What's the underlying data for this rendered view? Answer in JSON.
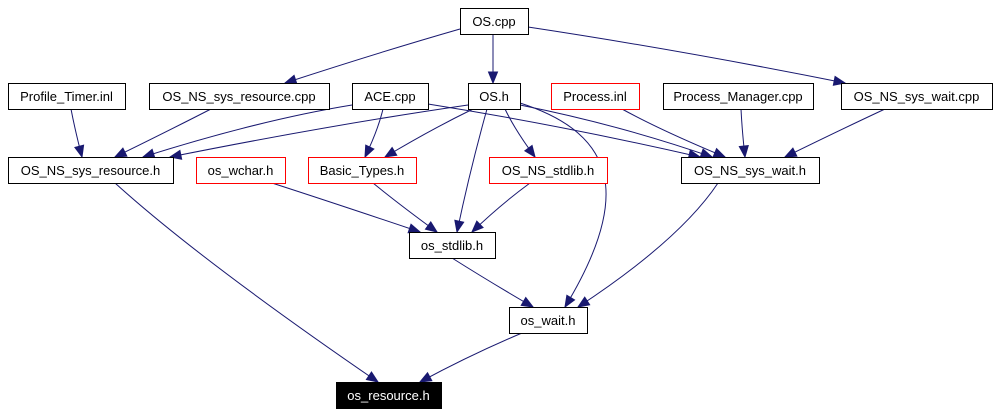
{
  "diagram": {
    "type": "include-dependency-graph",
    "edge_color": "#191970",
    "node_border_default": "#000000",
    "node_border_undocumented": "#ff0000",
    "root_fill": "#000000",
    "nodes": [
      {
        "id": "os_cpp",
        "label": "OS.cpp",
        "style": "normal"
      },
      {
        "id": "profile_timer_inl",
        "label": "Profile_Timer.inl",
        "style": "normal"
      },
      {
        "id": "os_ns_sys_resource_cpp",
        "label": "OS_NS_sys_resource.cpp",
        "style": "normal"
      },
      {
        "id": "ace_cpp",
        "label": "ACE.cpp",
        "style": "normal"
      },
      {
        "id": "os_h",
        "label": "OS.h",
        "style": "normal"
      },
      {
        "id": "process_inl",
        "label": "Process.inl",
        "style": "red"
      },
      {
        "id": "process_manager_cpp",
        "label": "Process_Manager.cpp",
        "style": "normal"
      },
      {
        "id": "os_ns_sys_wait_cpp",
        "label": "OS_NS_sys_wait.cpp",
        "style": "normal"
      },
      {
        "id": "os_ns_sys_resource_h",
        "label": "OS_NS_sys_resource.h",
        "style": "normal"
      },
      {
        "id": "os_wchar_h",
        "label": "os_wchar.h",
        "style": "red"
      },
      {
        "id": "basic_types_h",
        "label": "Basic_Types.h",
        "style": "red"
      },
      {
        "id": "os_ns_stdlib_h",
        "label": "OS_NS_stdlib.h",
        "style": "red"
      },
      {
        "id": "os_ns_sys_wait_h",
        "label": "OS_NS_sys_wait.h",
        "style": "normal"
      },
      {
        "id": "os_stdlib_h",
        "label": "os_stdlib.h",
        "style": "normal"
      },
      {
        "id": "os_wait_h",
        "label": "os_wait.h",
        "style": "normal"
      },
      {
        "id": "os_resource_h",
        "label": "os_resource.h",
        "style": "root"
      }
    ],
    "edges": [
      {
        "from": "os_cpp",
        "to": "os_ns_sys_resource_cpp"
      },
      {
        "from": "os_cpp",
        "to": "os_h"
      },
      {
        "from": "os_cpp",
        "to": "os_ns_sys_wait_cpp"
      },
      {
        "from": "profile_timer_inl",
        "to": "os_ns_sys_resource_h"
      },
      {
        "from": "os_ns_sys_resource_cpp",
        "to": "os_ns_sys_resource_h"
      },
      {
        "from": "ace_cpp",
        "to": "os_ns_sys_resource_h"
      },
      {
        "from": "ace_cpp",
        "to": "basic_types_h"
      },
      {
        "from": "ace_cpp",
        "to": "os_ns_sys_wait_h"
      },
      {
        "from": "os_h",
        "to": "os_ns_sys_resource_h"
      },
      {
        "from": "os_h",
        "to": "basic_types_h"
      },
      {
        "from": "os_h",
        "to": "os_stdlib_h"
      },
      {
        "from": "os_h",
        "to": "os_ns_stdlib_h"
      },
      {
        "from": "os_h",
        "to": "os_ns_sys_wait_h"
      },
      {
        "from": "os_h",
        "to": "os_wait_h"
      },
      {
        "from": "process_inl",
        "to": "os_ns_sys_wait_h"
      },
      {
        "from": "process_manager_cpp",
        "to": "os_ns_sys_wait_h"
      },
      {
        "from": "os_ns_sys_wait_cpp",
        "to": "os_ns_sys_wait_h"
      },
      {
        "from": "os_ns_sys_resource_h",
        "to": "os_resource_h"
      },
      {
        "from": "os_wchar_h",
        "to": "os_stdlib_h"
      },
      {
        "from": "basic_types_h",
        "to": "os_stdlib_h"
      },
      {
        "from": "os_ns_stdlib_h",
        "to": "os_stdlib_h"
      },
      {
        "from": "os_ns_sys_wait_h",
        "to": "os_wait_h"
      },
      {
        "from": "os_stdlib_h",
        "to": "os_wait_h"
      },
      {
        "from": "os_wait_h",
        "to": "os_resource_h"
      }
    ]
  }
}
